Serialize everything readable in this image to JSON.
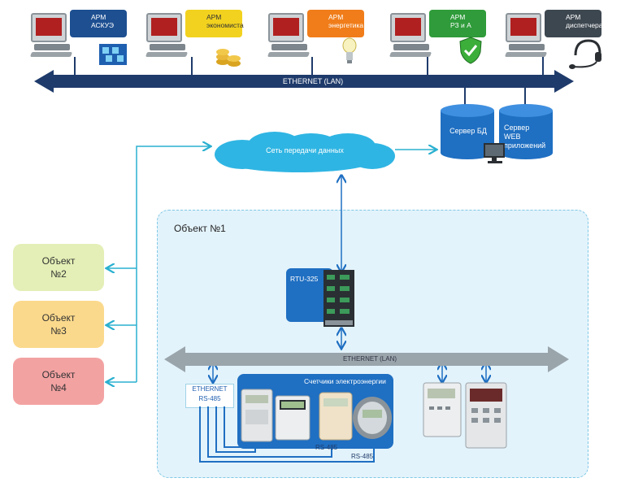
{
  "workstations": [
    {
      "line1": "АРМ",
      "line2": "АСКУЭ",
      "color": "#1d4f91"
    },
    {
      "line1": "АРМ",
      "line2": "экономиста",
      "color": "#f2d21e"
    },
    {
      "line1": "АРМ",
      "line2": "энергетика",
      "color": "#f07d1a"
    },
    {
      "line1": "АРМ",
      "line2": "РЗ и А",
      "color": "#2f9b3a"
    },
    {
      "line1": "АРМ",
      "line2": "диспетчера",
      "color": "#3d4750"
    }
  ],
  "top_bus": {
    "label": "ETHERNET (LAN)",
    "color": "#1f3b6b"
  },
  "servers": {
    "db": "Сервер БД",
    "web_line1": "Сервер",
    "web_line2": "WEB",
    "web_line3": "приложений"
  },
  "network": {
    "label": "Сеть передачи данных"
  },
  "object1": {
    "title": "Объект №1"
  },
  "rtu": {
    "label": "RTU-325"
  },
  "inner_bus": {
    "label": "ETHERNET (LAN)"
  },
  "converter": {
    "line1": "ETHERNET",
    "line2": "RS-485"
  },
  "meters_group": {
    "label": "Счетчики электроэнергии"
  },
  "rs485_labels": [
    "RS-485",
    "RS-485"
  ],
  "objects": [
    {
      "line1": "Объект",
      "line2": "№2",
      "color": "#e3efb6"
    },
    {
      "line1": "Объект",
      "line2": "№3",
      "color": "#fbd98c"
    },
    {
      "line1": "Объект",
      "line2": "№4",
      "color": "#f3a2a2"
    }
  ],
  "colors": {
    "arrow": "#2ab0d0",
    "bus_dark": "#1f3b6b",
    "bus_grey": "#9aa5ab",
    "object1_bg": "#e3f3fb"
  }
}
